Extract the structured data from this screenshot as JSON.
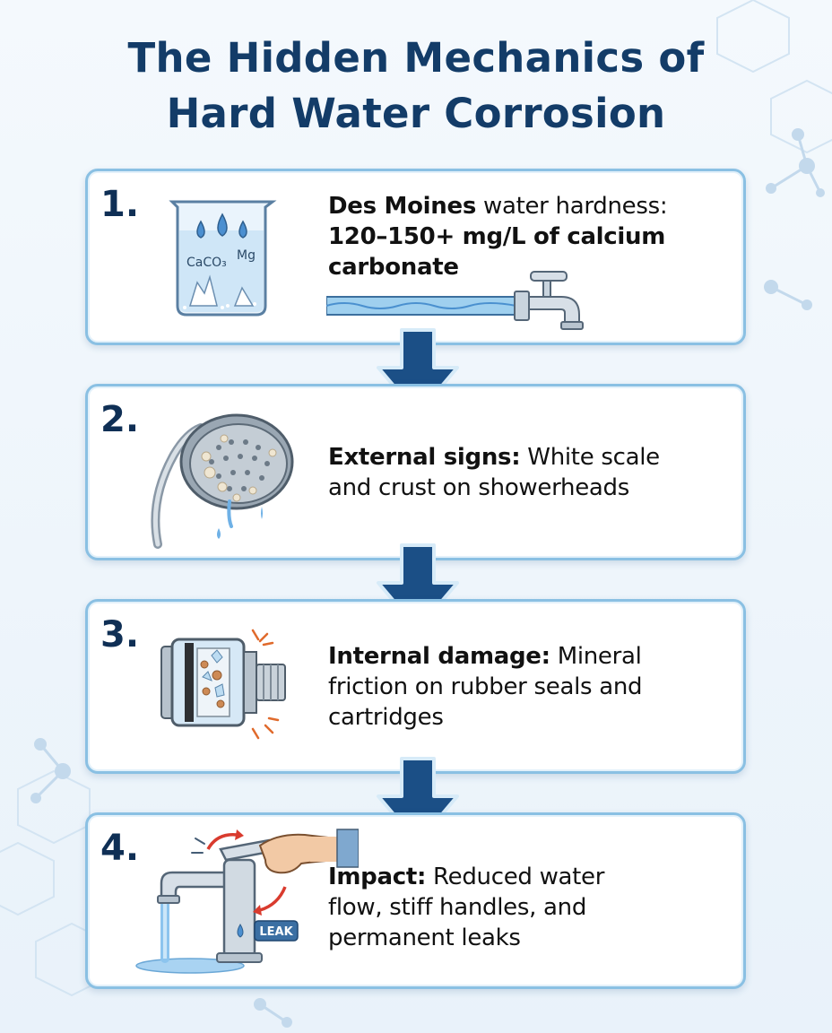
{
  "title": {
    "line1": "The Hidden Mechanics of",
    "line2": "Hard Water Corrosion"
  },
  "steps": [
    {
      "number": "1.",
      "icon": "beaker-minerals-icon",
      "illustration_labels": {
        "caco3": "CaCO₃",
        "mg": "Mg"
      },
      "bold_intro": "Des Moines",
      "line1_rest": " water hardness:",
      "line2": "120–150+ mg/L of calcium",
      "line3": "carbonate"
    },
    {
      "number": "2.",
      "icon": "showerhead-scale-icon",
      "bold_lead": "External signs:",
      "rest1": " White scale",
      "line2": "and crust on showerheads"
    },
    {
      "number": "3.",
      "icon": "cartridge-damage-icon",
      "bold_lead": "Internal damage:",
      "rest1": " Mineral",
      "line2": "friction on rubber seals and",
      "line3": "cartridges"
    },
    {
      "number": "4.",
      "icon": "leaking-faucet-icon",
      "illustration_labels": {
        "leak": "LEAK"
      },
      "bold_lead": "Impact:",
      "rest1": " Reduced water",
      "line2": "flow, stiff handles, and",
      "line3": "permanent leaks"
    }
  ],
  "colors": {
    "title": "#133c68",
    "card_border": "#8ac0e3",
    "arrow": "#1b4f86",
    "number": "#0f2f55"
  }
}
